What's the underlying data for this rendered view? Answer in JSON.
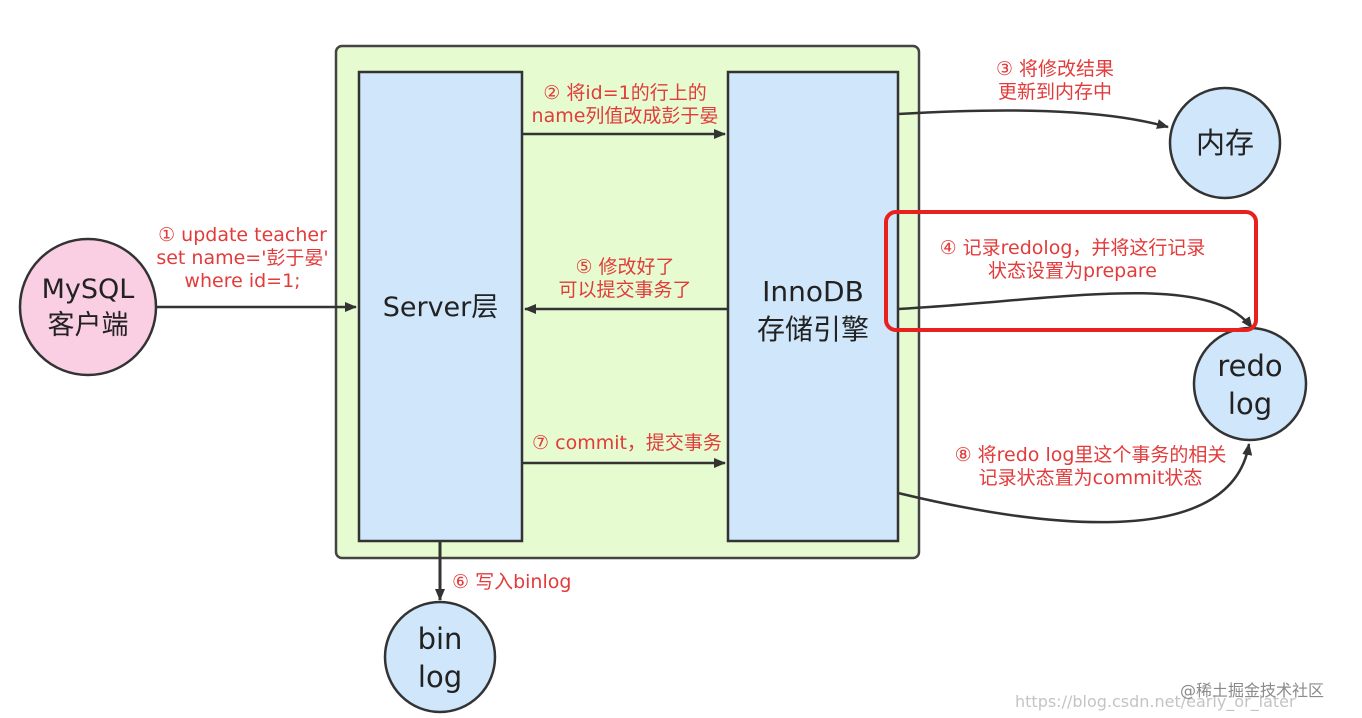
{
  "nodes": {
    "mysql_client": "MySQL\n客户端",
    "server": "Server层",
    "innodb": "InnoDB\n存储引擎",
    "memory": "内存",
    "redo_log": "redo\nlog",
    "binlog": "bin\nlog"
  },
  "steps": {
    "s1": "① update teacher\nset name='彭于晏'\nwhere id=1;",
    "s2": "② 将id=1的行上的\nname列值改成彭于晏",
    "s3": "③ 将修改结果\n更新到内存中",
    "s4": "④ 记录redolog，并将这行记录\n状态设置为prepare",
    "s5": "⑤ 修改好了\n可以提交事务了",
    "s6": "⑥ 写入binlog",
    "s7": "⑦ commit，提交事务",
    "s8": "⑧ 将redo log里这个事务的相关\n记录状态置为commit状态"
  },
  "footer": {
    "url": "https://blog.csdn.net/early_or_later",
    "site": "@稀土掘金技术社区"
  },
  "colors": {
    "container_fill": "#e6fbcf",
    "container_stroke": "#444444",
    "box_fill": "#cfe6fb",
    "client_fill": "#fbcfe3",
    "circle_fill": "#cfe6fb",
    "label_red": "#e23b3b",
    "highlight": "#e8201e"
  }
}
